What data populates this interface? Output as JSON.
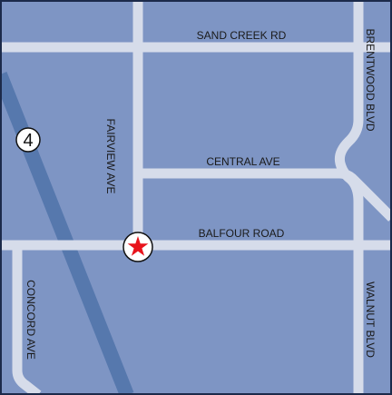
{
  "map": {
    "colors": {
      "land": "#7e95c4",
      "road": "#d6dcea",
      "highway": "#5678ad",
      "border": "#1c2a4a",
      "marker": "#e8141c",
      "shield_fill": "#ffffff"
    },
    "roads": {
      "sand_creek": "SAND CREEK RD",
      "central": "CENTRAL AVE",
      "balfour": "BALFOUR ROAD",
      "fairview": "FAIRVIEW AVE",
      "brentwood": "BRENTWOOD BLVD",
      "walnut": "WALNUT BLVD",
      "concord": "CONCORD AVE"
    },
    "highway_shield": "4",
    "marker_icon": "red-star-marker-icon"
  }
}
